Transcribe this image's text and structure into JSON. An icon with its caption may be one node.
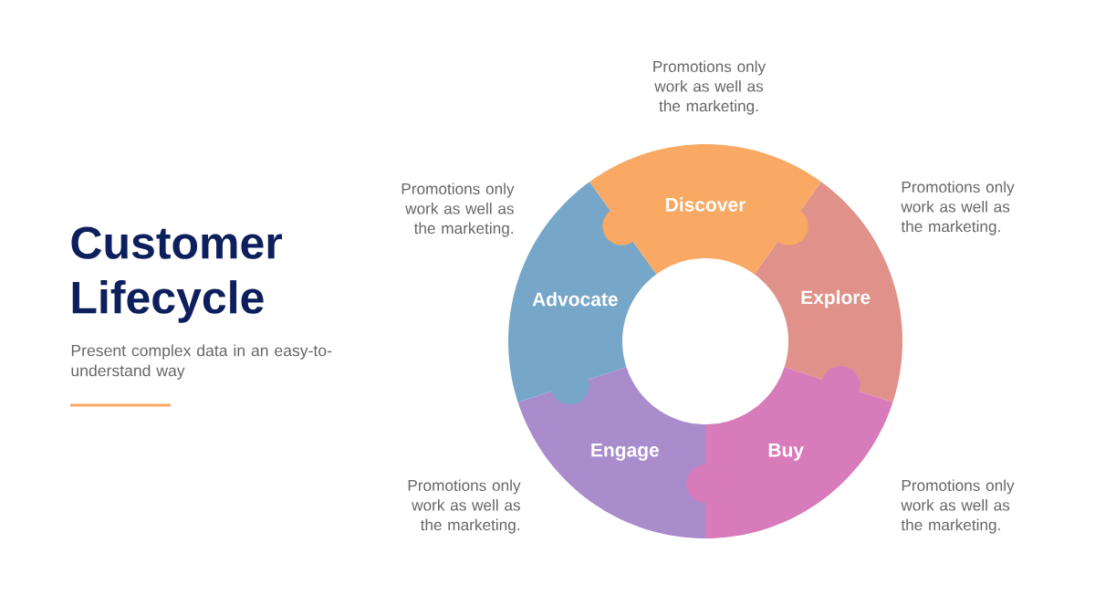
{
  "diagram": {
    "title": "Customer Lifecycle",
    "nodes": [
      {
        "text": [
          "Discover"
        ],
        "beside": [
          "Promotions only work as well as the marketing."
        ]
      },
      {
        "text": [
          "Explore"
        ],
        "beside": [
          "Promotions only work as well as the marketing."
        ]
      },
      {
        "text": [
          "Buy"
        ],
        "beside": [
          "Promotions only work as well as the marketing."
        ]
      },
      {
        "text": [
          "Engage"
        ],
        "beside": [
          "Promotions only work as well as the marketing."
        ]
      },
      {
        "text": [
          "Advocate"
        ],
        "beside": [
          "Promotions only work as well as the marketing."
        ]
      }
    ],
    "labels": [
      "Present complex data in an easy-to-understand way"
    ]
  }
}
